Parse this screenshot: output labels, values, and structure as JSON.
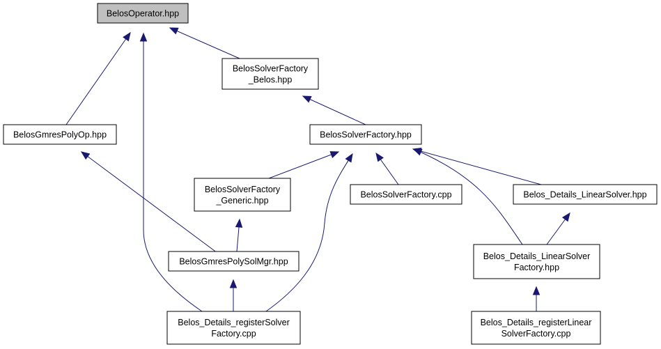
{
  "graph": {
    "title": "",
    "colors": {
      "edge": "#191970",
      "root_fill": "#bfbfbf",
      "node_fill": "#ffffff",
      "border": "#000000"
    },
    "nodes": [
      {
        "id": "belos-operator",
        "lines": [
          "BelosOperator.hpp"
        ],
        "root": true
      },
      {
        "id": "solver-factory-belos",
        "lines": [
          "BelosSolverFactory",
          "_Belos.hpp"
        ]
      },
      {
        "id": "gmres-poly-op",
        "lines": [
          "BelosGmresPolyOp.hpp"
        ]
      },
      {
        "id": "solver-factory-hpp",
        "lines": [
          "BelosSolverFactory.hpp"
        ]
      },
      {
        "id": "solver-factory-generic",
        "lines": [
          "BelosSolverFactory",
          "_Generic.hpp"
        ]
      },
      {
        "id": "solver-factory-cpp",
        "lines": [
          "BelosSolverFactory.cpp"
        ]
      },
      {
        "id": "details-linear-solver",
        "lines": [
          "Belos_Details_LinearSolver.hpp"
        ]
      },
      {
        "id": "gmres-poly-solmgr",
        "lines": [
          "BelosGmresPolySolMgr.hpp"
        ]
      },
      {
        "id": "details-linear-solver-factory",
        "lines": [
          "Belos_Details_LinearSolver",
          "Factory.hpp"
        ]
      },
      {
        "id": "details-register-solver-factory",
        "lines": [
          "Belos_Details_registerSolver",
          "Factory.cpp"
        ]
      },
      {
        "id": "details-register-linear-solver-factory",
        "lines": [
          "Belos_Details_registerLinear",
          "SolverFactory.cpp"
        ]
      }
    ],
    "edges": [
      {
        "from": "gmres-poly-op",
        "to": "belos-operator"
      },
      {
        "from": "details-register-solver-factory",
        "to": "belos-operator"
      },
      {
        "from": "solver-factory-belos",
        "to": "belos-operator"
      },
      {
        "from": "solver-factory-hpp",
        "to": "solver-factory-belos"
      },
      {
        "from": "gmres-poly-solmgr",
        "to": "gmres-poly-op"
      },
      {
        "from": "solver-factory-generic",
        "to": "solver-factory-hpp"
      },
      {
        "from": "details-register-solver-factory",
        "to": "solver-factory-hpp"
      },
      {
        "from": "solver-factory-cpp",
        "to": "solver-factory-hpp"
      },
      {
        "from": "details-linear-solver",
        "to": "solver-factory-hpp"
      },
      {
        "from": "details-linear-solver-factory",
        "to": "solver-factory-hpp"
      },
      {
        "from": "gmres-poly-solmgr",
        "to": "solver-factory-generic"
      },
      {
        "from": "details-register-solver-factory",
        "to": "gmres-poly-solmgr"
      },
      {
        "from": "details-linear-solver-factory",
        "to": "details-linear-solver"
      },
      {
        "from": "details-register-linear-solver-factory",
        "to": "details-linear-solver-factory"
      }
    ]
  }
}
